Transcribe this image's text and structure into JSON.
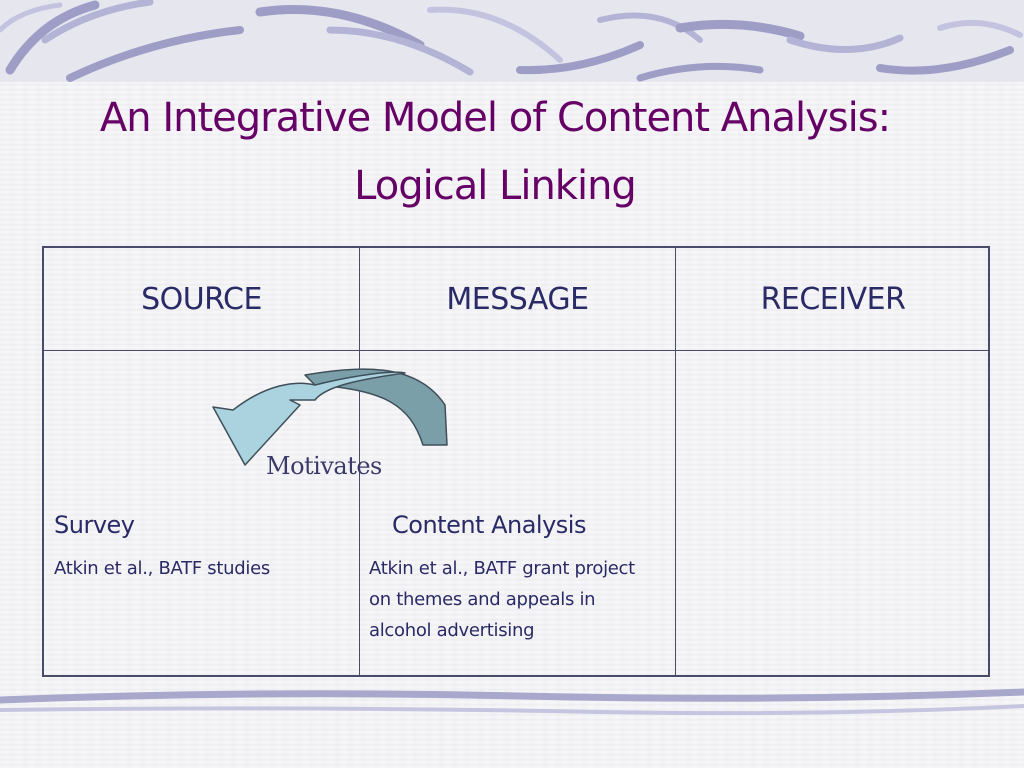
{
  "slide": {
    "title_line1": "An Integrative Model of Content Analysis:",
    "title_line2": "Logical Linking",
    "colors": {
      "title": "#660066",
      "body_text": "#2a2a66",
      "table_border": "#4a4a6a",
      "arrow_light": "#a9cfdc",
      "arrow_dark": "#7a9ea6"
    }
  },
  "table": {
    "headers": [
      "SOURCE",
      "MESSAGE",
      "RECEIVER"
    ],
    "source": {
      "method": "Survey",
      "studies": "Atkin et al., BATF studies"
    },
    "message": {
      "method": "Content Analysis",
      "studies": "Atkin et al., BATF grant project on themes and appeals in alcohol advertising"
    }
  },
  "arrow": {
    "label": "Motivates",
    "icon": "curved-arrow-icon"
  }
}
